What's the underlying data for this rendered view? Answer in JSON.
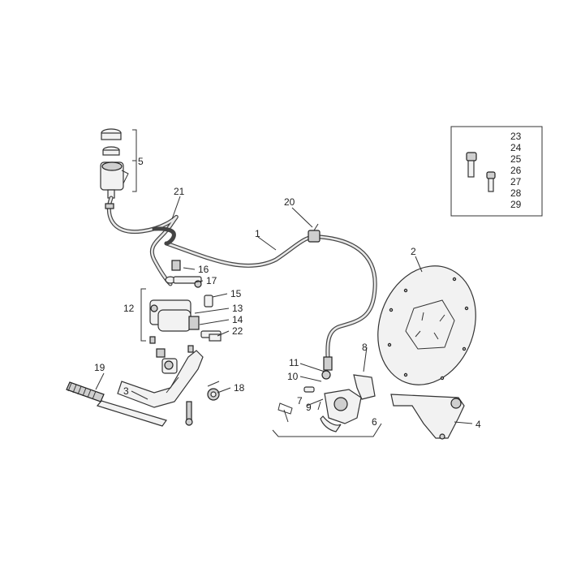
{
  "labels": {
    "l1": "1",
    "l2": "2",
    "l3": "3",
    "l4": "4",
    "l5": "5",
    "l6": "6",
    "l7": "7",
    "l9": "9",
    "l8": "8",
    "l10": "10",
    "l11": "11",
    "l12": "12",
    "l13": "13",
    "l14": "14",
    "l15": "15",
    "l16": "16",
    "l17": "17",
    "l18": "18",
    "l19": "19",
    "l20": "20",
    "l21": "21",
    "l22": "22"
  },
  "inset_labels": [
    "23",
    "24",
    "25",
    "26",
    "27",
    "28",
    "29"
  ]
}
